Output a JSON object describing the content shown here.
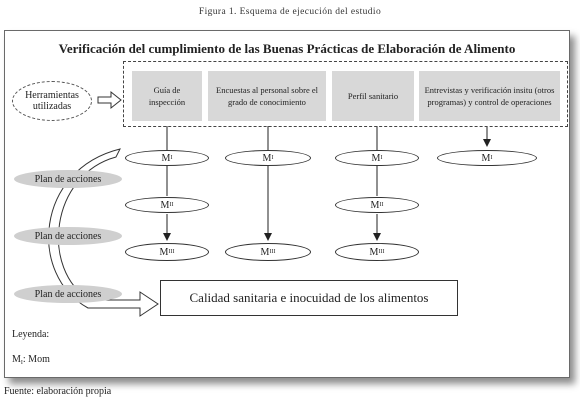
{
  "caption": "Figura 1. Esquema de ejecución del estudio",
  "title": "Verificación del cumplimiento de las Buenas Prácticas de Elaboración de Alimento",
  "tools_label": "Herramientas utilizadas",
  "tools": [
    "Guía de inspección",
    "Encuestas al personal sobre el grado de conocimiento",
    "Perfil sanitario",
    "Entrevistas y verificación insitu (otros programas) y control de operaciones"
  ],
  "nodes": {
    "m_letter": "M",
    "level_1": "I",
    "level_2": "II",
    "level_3": "III"
  },
  "plans": [
    "Plan de acciones",
    "Plan de acciones",
    "Plan de acciones"
  ],
  "result": "Calidad sanitaria e inocuidad de los alimentos",
  "legend": {
    "title": "Leyenda:",
    "item_letter": "M",
    "item_sub": "I",
    "item_text": ": Mom"
  },
  "source": "Fuente: elaboración propia"
}
